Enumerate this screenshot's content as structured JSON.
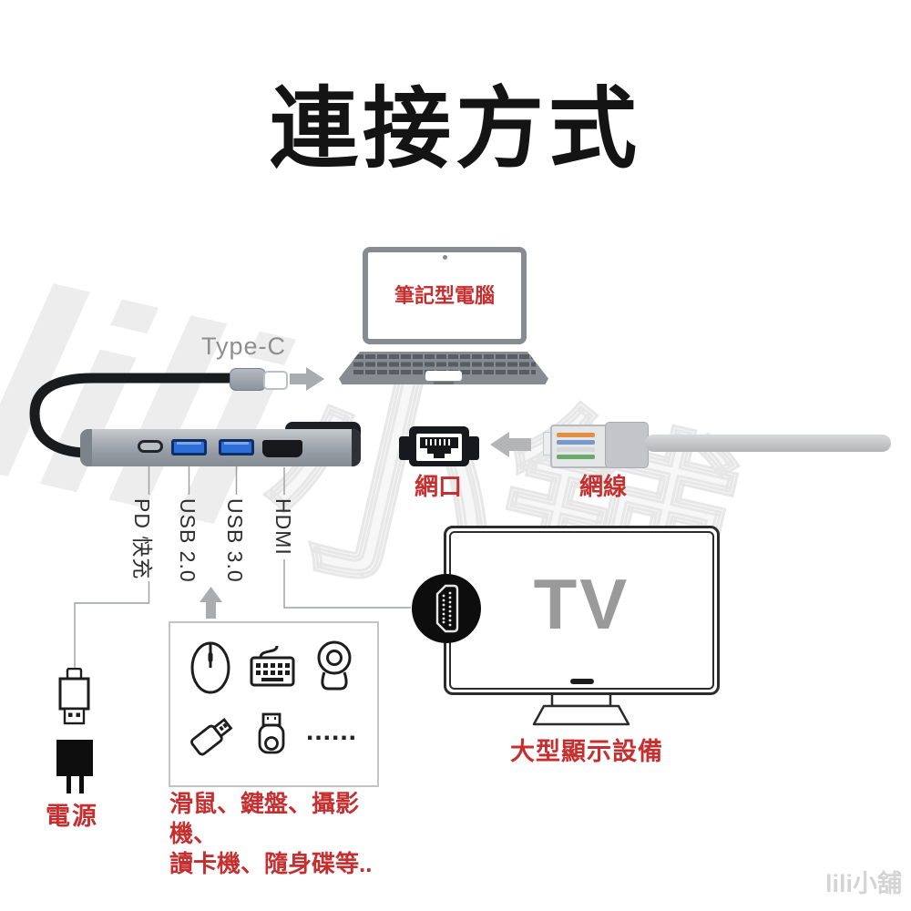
{
  "title": "連接方式",
  "laptop": {
    "label": "筆記型電腦"
  },
  "hub": {
    "connector_label": "Type-C",
    "ports": [
      {
        "label": "PD 快充"
      },
      {
        "label": "USB 2.0"
      },
      {
        "label": "USB 3.0"
      },
      {
        "label": "HDMI"
      }
    ]
  },
  "network": {
    "port_label": "網口",
    "cable_label": "網線"
  },
  "tv": {
    "screen_text": "TV",
    "caption": "大型顯示設備"
  },
  "power": {
    "caption": "電源"
  },
  "peripherals": {
    "ellipsis": "......",
    "caption_line1": "滑鼠、鍵盤、攝影機、",
    "caption_line2": "讀卡機、隨身碟等.."
  },
  "watermarks": {
    "big_latin": "lili",
    "big_cjk": "小舖",
    "corner": "lili小舖"
  },
  "colors": {
    "accent_red": "#c62f2f",
    "label_gray": "#8e8e8e",
    "usb_blue": "#2e6ed9",
    "arrow_gray": "#aaacae",
    "hub_metal": "#9aa0a8"
  }
}
